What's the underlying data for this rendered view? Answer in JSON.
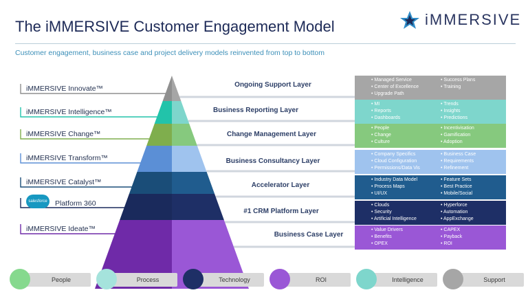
{
  "title": "The iMMERSIVE Customer Engagement  Model",
  "subtitle": "Customer engagement, business case and project delivery models reinvented from top to bottom",
  "logo": {
    "text": "iMMERSIVE",
    "icon": "immersive-star-logo-icon"
  },
  "brands": [
    {
      "label": "iMMERSIVE Innovate™"
    },
    {
      "label": "iMMERSIVE Intelligence™"
    },
    {
      "label": "iMMERSIVE Change™"
    },
    {
      "label": "iMMERSIVE Transform™"
    },
    {
      "label": "iMMERSIVE Catalyst™"
    },
    {
      "label": "Platform 360",
      "icon": "salesforce-cloud-icon",
      "icon_text": "salesforce"
    },
    {
      "label": "iMMERSIVE Ideate™"
    }
  ],
  "layers": [
    {
      "label": "Ongoing Support Layer",
      "color": "#a6a6a6",
      "col1": [
        "Managed Service",
        "Center of Excellence",
        "Upgrade Path"
      ],
      "col2": [
        "Success Plans",
        "Training"
      ]
    },
    {
      "label": "Business Reporting Layer",
      "color": "#7ed6cc",
      "col1": [
        "MI",
        "Reports",
        "Dashboards"
      ],
      "col2": [
        "Trends",
        "Insights",
        "Predictions"
      ]
    },
    {
      "label": "Change Management Layer",
      "color": "#86c97e",
      "col1": [
        "People",
        "Change",
        "Culture"
      ],
      "col2": [
        "Incentivisation",
        "Gamification",
        "Adoption"
      ]
    },
    {
      "label": "Business Consultancy Layer",
      "color": "#9fc3ee",
      "col1": [
        "Company Specifics",
        "Cloud Configuration",
        "Permissions/Data Vis"
      ],
      "col2": [
        "Business Case",
        "Requirements",
        "Refinement"
      ]
    },
    {
      "label": "Accelerator Layer",
      "color": "#205c8e",
      "col1": [
        "Industry Data Model",
        "Process Maps",
        "UI/UX"
      ],
      "col2": [
        "Feature Sets",
        "Best Practice",
        "Mobile/Social"
      ]
    },
    {
      "label": "#1 CRM Platform Layer",
      "color": "#1e2f66",
      "col1": [
        "Clouds",
        "Security",
        "Artificial Intelligence"
      ],
      "col2": [
        "Hyperforce",
        "Automation",
        "AppExchange"
      ]
    },
    {
      "label": "Business Case Layer",
      "color": "#9a57d6",
      "col1": [
        "Value Drivers",
        "Benefits",
        "OPEX"
      ],
      "col2": [
        "CAPEX",
        "Payback",
        "ROI"
      ]
    }
  ],
  "legend": [
    {
      "label": "People",
      "color": "#86d98e"
    },
    {
      "label": "Process",
      "color": "#a5e3dc"
    },
    {
      "label": "Technology",
      "color": "#1e2f66"
    },
    {
      "label": "ROI",
      "color": "#9a57d6"
    },
    {
      "label": "Intelligence",
      "color": "#7ed6cc"
    },
    {
      "label": "Support",
      "color": "#a6a6a6"
    }
  ]
}
